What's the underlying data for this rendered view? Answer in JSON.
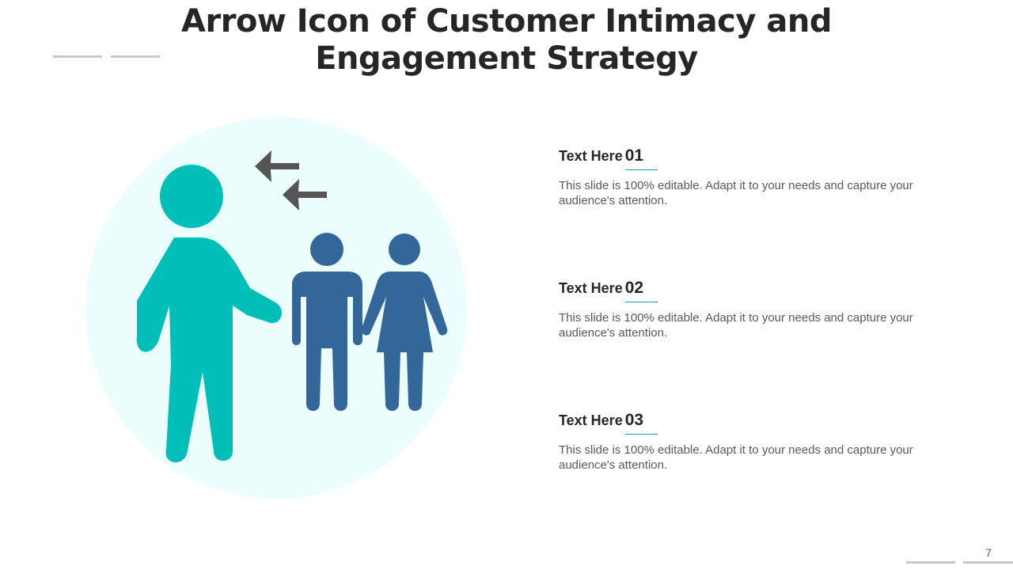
{
  "slide": {
    "title_line1": "Arrow Icon of Customer Intimacy and",
    "title_line2": "Engagement Strategy",
    "page_number": "7"
  },
  "colors": {
    "teal": "#00bfb8",
    "blue": "#336699",
    "arrow_gray": "#555555",
    "circle_bg": "#ecfdfd",
    "accent_line": "#14a6b5"
  },
  "items": [
    {
      "label": "Text Here",
      "number": "01",
      "body": "This slide is 100% editable. Adapt it to your needs and capture your audience's attention."
    },
    {
      "label": "Text Here",
      "number": "02",
      "body": "This slide is 100% editable. Adapt it to your needs and capture your audience's attention."
    },
    {
      "label": "Text Here",
      "number": "03",
      "body": "This slide is 100% editable. Adapt it to your needs and capture your audience's attention."
    }
  ]
}
